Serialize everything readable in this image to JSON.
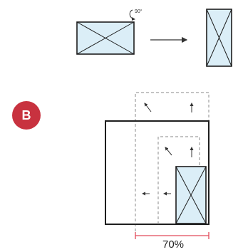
{
  "badge": {
    "label": "B",
    "color": "#c8323f"
  },
  "rotation": {
    "label": "90°"
  },
  "measurement": {
    "label": "70%",
    "color": "#e24a5a"
  },
  "colors": {
    "panel_fill": "#dbeef7",
    "outline": "#1e1e1e",
    "dashed": "#8a8a8a",
    "arrow": "#333333"
  }
}
